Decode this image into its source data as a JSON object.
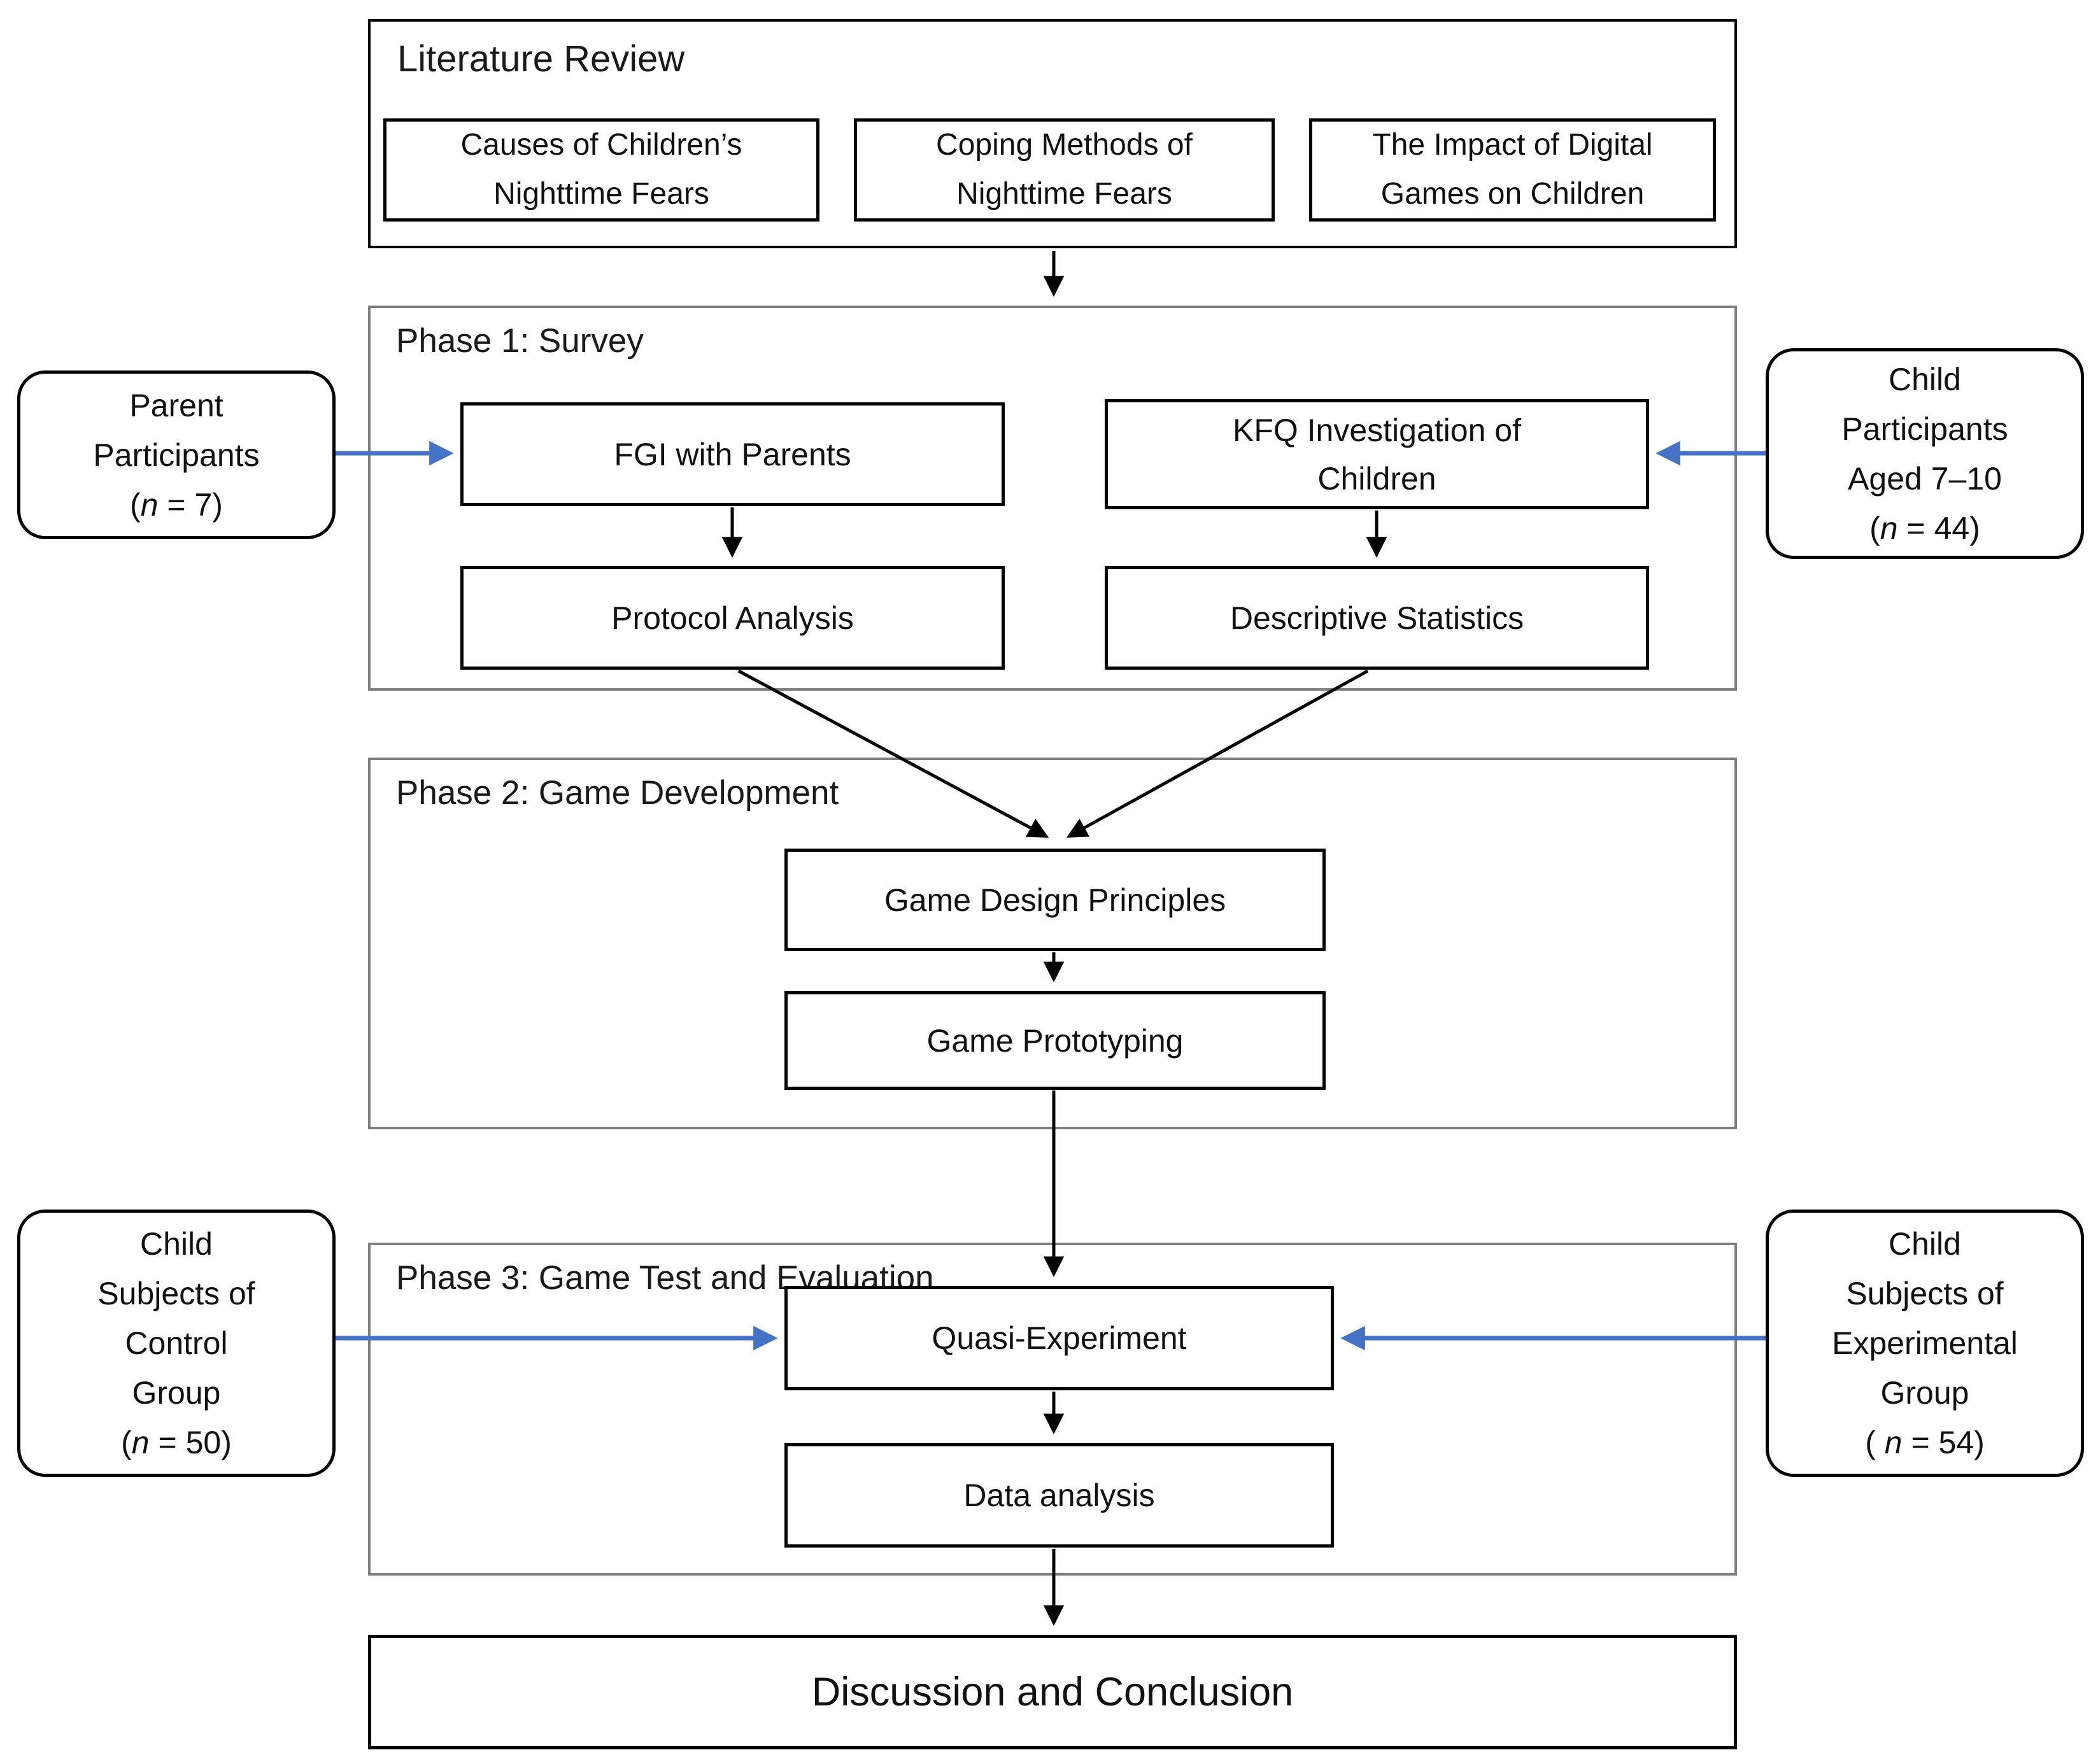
{
  "colors": {
    "box_border": "#000000",
    "phase_border": "#7f7f7f",
    "arrow_black": "#000000",
    "arrow_blue": "#4472c4",
    "background": "#ffffff"
  },
  "literature_review": {
    "title": "Literature Review",
    "topics": [
      {
        "lines": [
          "Causes of Children’s",
          "Nighttime Fears"
        ]
      },
      {
        "lines": [
          "Coping Methods of",
          "Nighttime Fears"
        ]
      },
      {
        "lines": [
          "The Impact of Digital",
          "Games on Children"
        ]
      }
    ]
  },
  "phase1": {
    "label": "Phase 1: Survey",
    "fgi": {
      "lines": [
        "FGI with Parents"
      ]
    },
    "kfq": {
      "lines": [
        "KFQ Investigation of",
        "Children"
      ]
    },
    "protocol": {
      "lines": [
        "Protocol Analysis"
      ]
    },
    "descriptive": {
      "lines": [
        "Descriptive Statistics"
      ]
    }
  },
  "phase2": {
    "label": "Phase 2: Game Development",
    "design": {
      "lines": [
        "Game Design Principles"
      ]
    },
    "prototyping": {
      "lines": [
        "Game Prototyping"
      ]
    }
  },
  "phase3": {
    "label": "Phase 3: Game Test and Evaluation",
    "quasi": {
      "lines": [
        "Quasi-Experiment"
      ]
    },
    "data": {
      "lines": [
        "Data analysis"
      ]
    }
  },
  "conclusion": {
    "label": "Discussion and Conclusion"
  },
  "participants": {
    "parent": {
      "lines": [
        "Parent",
        "Participants",
        "(n = 7)"
      ]
    },
    "child": {
      "lines": [
        "Child",
        "Participants",
        "Aged 7–10",
        "(n = 44)"
      ]
    },
    "control": {
      "lines": [
        "Child",
        "Subjects of",
        "Control",
        "Group",
        "(n = 50)"
      ]
    },
    "experimental": {
      "lines": [
        "Child",
        "Subjects of",
        "Experimental",
        "Group",
        "( n = 54)"
      ]
    }
  }
}
